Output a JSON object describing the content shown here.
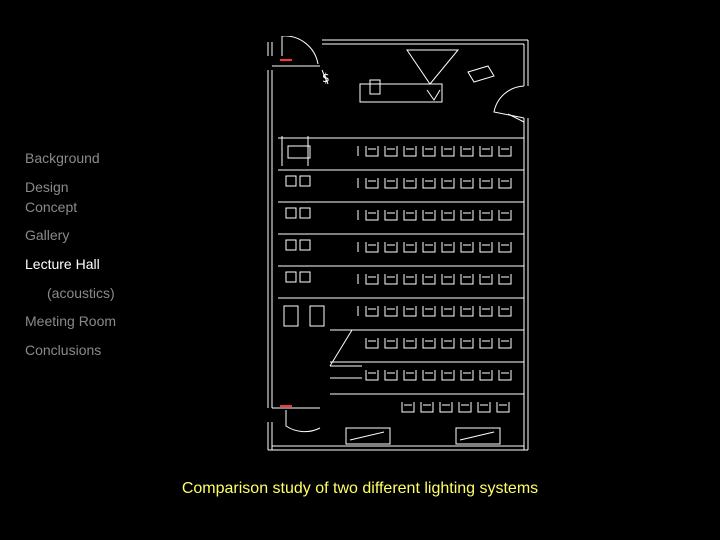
{
  "nav": {
    "items": [
      {
        "label": "Background",
        "active": false,
        "sub": false
      },
      {
        "label": "Design\nConcept",
        "active": false,
        "sub": false
      },
      {
        "label": "Gallery",
        "active": false,
        "sub": false
      },
      {
        "label": "Lecture Hall",
        "active": true,
        "sub": false
      },
      {
        "label": "(acoustics)",
        "active": false,
        "sub": true
      },
      {
        "label": "Meeting Room",
        "active": false,
        "sub": false
      },
      {
        "label": "Conclusions",
        "active": false,
        "sub": false
      }
    ]
  },
  "caption": "Comparison study of two different lighting systems",
  "colors": {
    "background": "#000000",
    "nav_text": "#8a8a8a",
    "nav_active": "#ffffff",
    "caption": "#ffff66",
    "linework": "#ffffff",
    "door_marker": "#ff3333"
  }
}
